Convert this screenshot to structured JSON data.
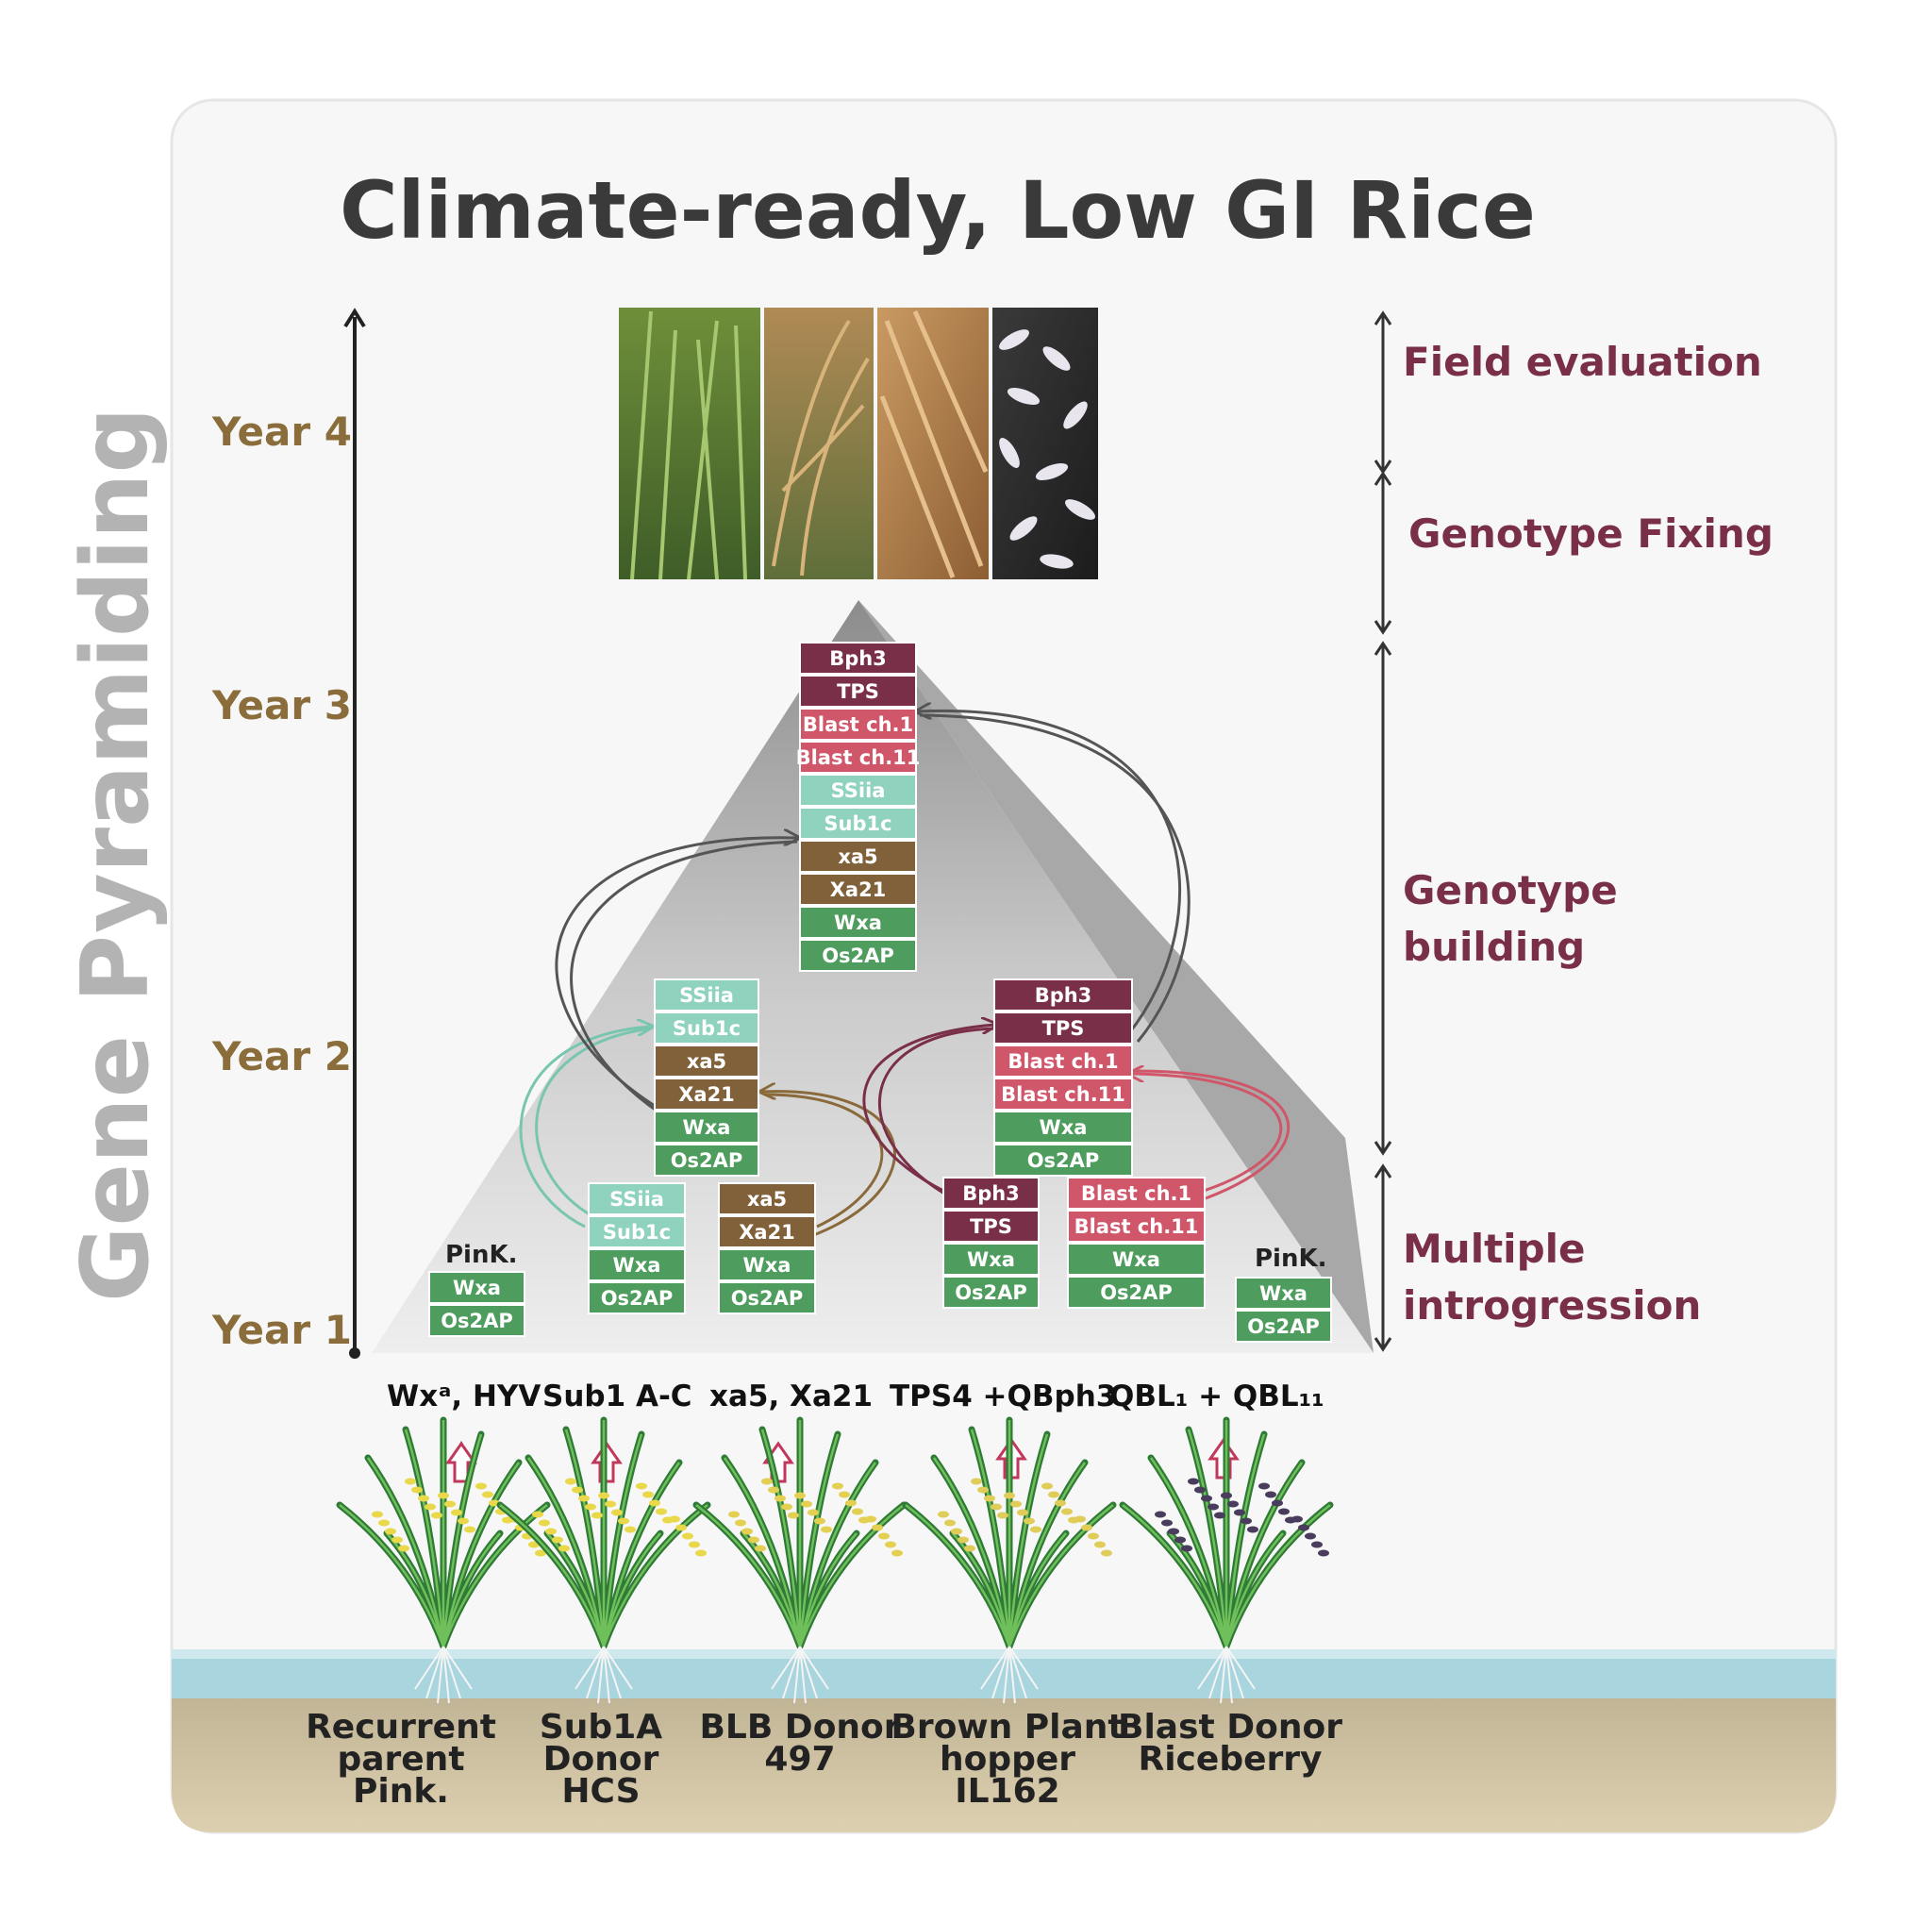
{
  "title": "Climate-ready, Low GI Rice",
  "side_label": "Gene Pyramiding",
  "years": [
    "Year 4",
    "Year 3",
    "Year 2",
    "Year 1"
  ],
  "stages": {
    "field_evaluation": "Field evaluation",
    "genotype_fixing": "Genotype Fixing",
    "genotype_building": [
      "Genotype",
      "building"
    ],
    "multiple_introgression": [
      "Multiple",
      "introgression"
    ]
  },
  "photos": [
    "rice-plants-photo",
    "rice-panicle-field-photo",
    "rice-grain-closeup-photo",
    "milled-rice-photo"
  ],
  "gene_stacks": {
    "top": [
      "Bph3",
      "TPS",
      "Blast ch.1",
      "Blast ch.11",
      "SSiia",
      "Sub1c",
      "xa5",
      "Xa21",
      "Wxa",
      "Os2AP"
    ],
    "year2_left": [
      "SSiia",
      "Sub1c",
      "xa5",
      "Xa21",
      "Wxa",
      "Os2AP"
    ],
    "year2_right": [
      "Bph3",
      "TPS",
      "Blast ch.1",
      "Blast ch.11",
      "Wxa",
      "Os2AP"
    ],
    "year1_pink_left": {
      "label": "PinK.",
      "genes": [
        "Wxa",
        "Os2AP"
      ]
    },
    "year1_sub1": [
      "SSiia",
      "Sub1c",
      "Wxa",
      "Os2AP"
    ],
    "year1_blb": [
      "xa5",
      "Xa21",
      "Wxa",
      "Os2AP"
    ],
    "year1_bph": [
      "Bph3",
      "TPS",
      "Wxa",
      "Os2AP"
    ],
    "year1_blast": [
      "Blast ch.1",
      "Blast ch.11",
      "Wxa",
      "Os2AP"
    ],
    "year1_pink_right": {
      "label": "PinK.",
      "genes": [
        "Wxa",
        "Os2AP"
      ]
    }
  },
  "traits": [
    "Wxᵃ, HYV",
    "Sub1 A-C",
    "xa5, Xa21",
    "TPS4 +QBph3",
    "QBL₁ + QBL₁₁"
  ],
  "donors": [
    [
      "Recurrent",
      "parent",
      "Pink."
    ],
    [
      "Sub1A",
      "Donor",
      "HCS"
    ],
    [
      "BLB Donor",
      "497"
    ],
    [
      "Brown Plant",
      "hopper",
      "IL162"
    ],
    [
      "Blast Donor",
      "Riceberry"
    ]
  ],
  "colors": {
    "Bph3": "#7a2f48",
    "TPS": "#7a2f48",
    "Blast ch.1": "#d0566a",
    "Blast ch.11": "#d0566a",
    "SSiia": "#8fd2be",
    "Sub1c": "#8fd2be",
    "xa5": "#80613a",
    "Xa21": "#80613a",
    "Wxa": "#4f9d5e",
    "Os2AP": "#4f9d5e",
    "year_text": "#8a6d3b",
    "stage_text": "#7a2f48",
    "title_text": "#3a3a3a"
  }
}
